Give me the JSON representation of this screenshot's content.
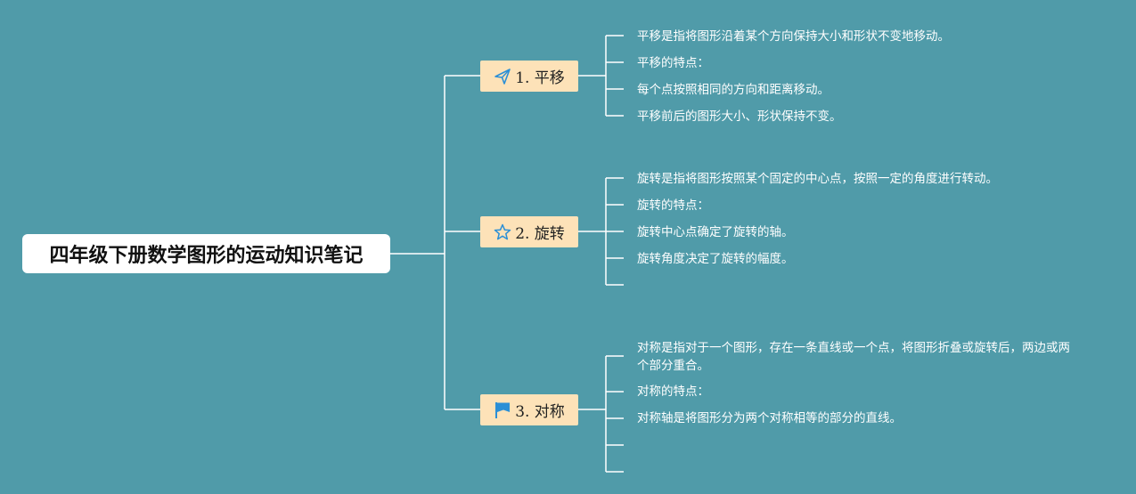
{
  "root": {
    "title": "四年级下册数学图形的运动知识笔记"
  },
  "branches": [
    {
      "label": "1. 平移",
      "icon": "paper-plane-icon",
      "leaves": [
        "平移是指将图形沿着某个方向保持大小和形状不变地移动。",
        "平移的特点：",
        "每个点按照相同的方向和距离移动。",
        "平移前后的图形大小、形状保持不变。"
      ]
    },
    {
      "label": "2. 旋转",
      "icon": "star-icon",
      "leaves": [
        "旋转是指将图形按照某个固定的中心点，按照一定的角度进行转动。",
        "旋转的特点：",
        "旋转中心点确定了旋转的轴。",
        "旋转角度决定了旋转的幅度。",
        ""
      ]
    },
    {
      "label": "3. 对称",
      "icon": "flag-icon",
      "leaves": [
        "对称是指对于一个图形，存在一条直线或一个点，将图形折叠或旋转后，两边或两个部分重合。",
        "对称的特点：",
        "对称轴是将图形分为两个对称相等的部分的直线。",
        "",
        ""
      ]
    }
  ],
  "colors": {
    "background": "#509ba9",
    "branch_fill": "#fde2b8",
    "connector": "#ffffff",
    "icon": "#2b8fd6"
  }
}
